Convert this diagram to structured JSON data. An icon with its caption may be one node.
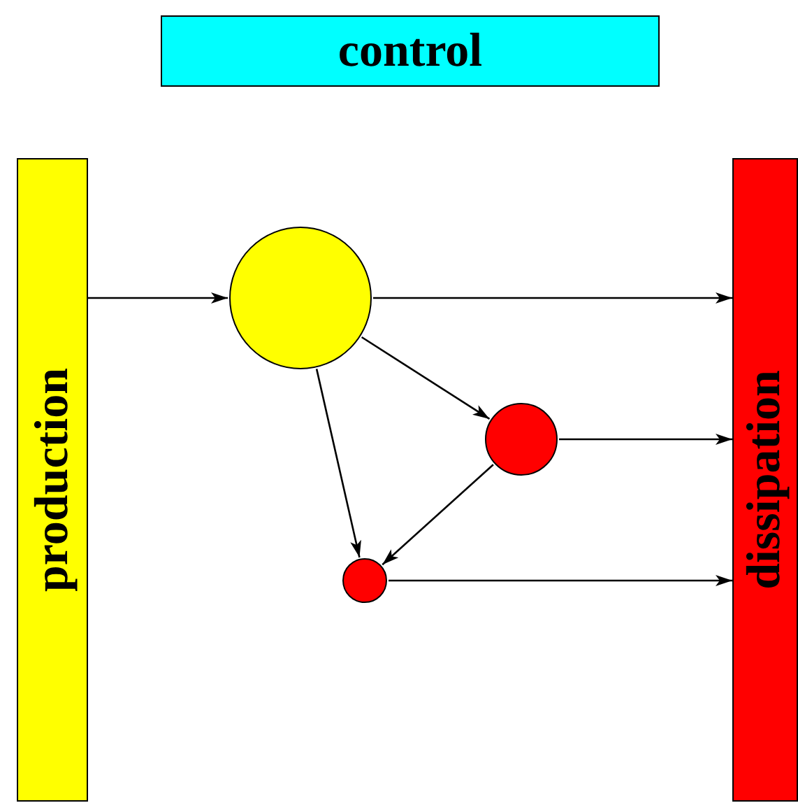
{
  "diagram": {
    "nodes": [
      {
        "text": [
          "control"
        ]
      },
      {
        "text": [
          "production"
        ]
      },
      {
        "text": [
          "dissipation"
        ]
      },
      {
        "text": [],
        "shape": "circle"
      },
      {
        "text": [],
        "shape": "circle"
      },
      {
        "text": [],
        "shape": "circle"
      }
    ],
    "edges": [
      {
        "from": 1,
        "to": 3,
        "arrow": "to"
      },
      {
        "from": 3,
        "to": 2,
        "arrow": "to"
      },
      {
        "from": 3,
        "to": 4,
        "arrow": "to"
      },
      {
        "from": 3,
        "to": 5,
        "arrow": "to"
      },
      {
        "from": 4,
        "to": 2,
        "arrow": "to"
      },
      {
        "from": 4,
        "to": 5,
        "arrow": "to"
      },
      {
        "from": 5,
        "to": 2,
        "arrow": "to"
      }
    ]
  }
}
